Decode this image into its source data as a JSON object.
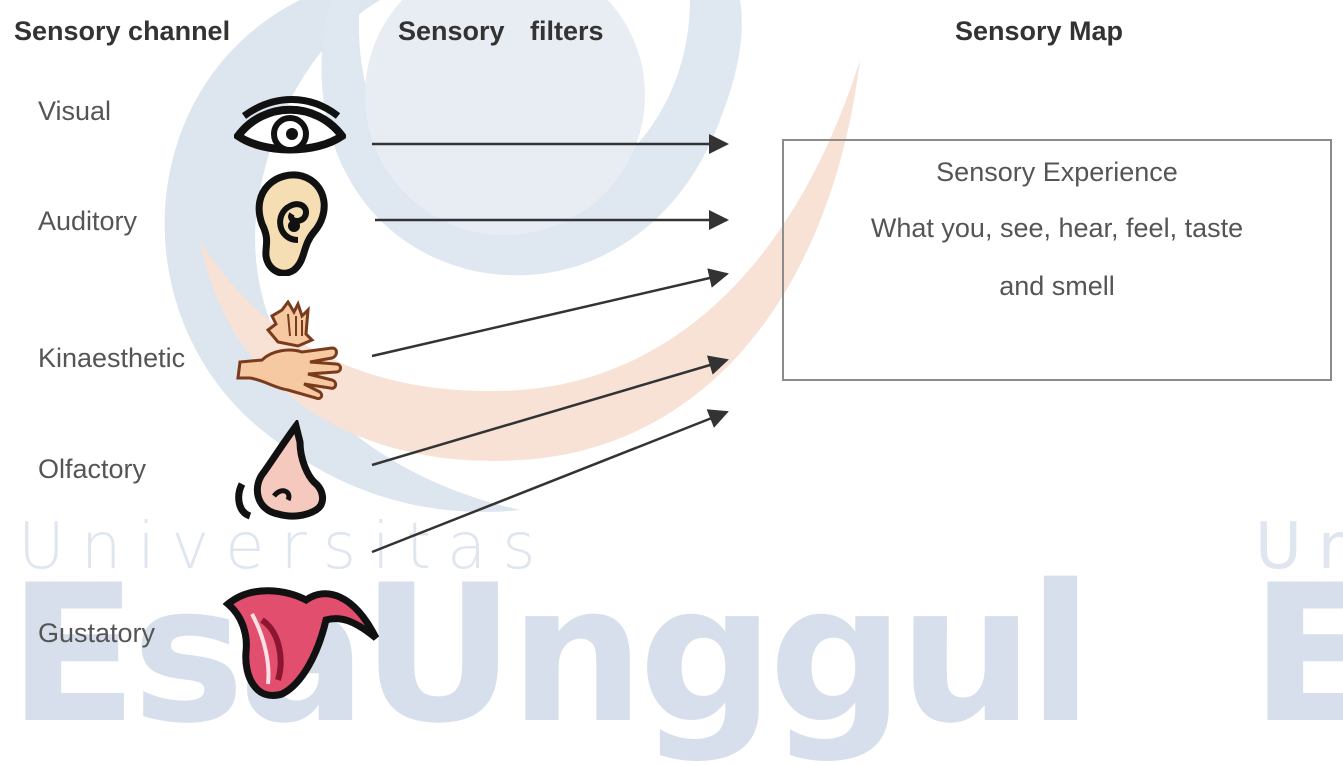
{
  "headers": {
    "channel": "Sensory channel",
    "filters": "Sensory filters",
    "map": "Sensory Map"
  },
  "channels": [
    {
      "label": "Visual",
      "icon": "eye-icon"
    },
    {
      "label": "Auditory",
      "icon": "ear-icon"
    },
    {
      "label": "Kinaesthetic",
      "icon": "hands-icon"
    },
    {
      "label": "Olfactory",
      "icon": "nose-icon"
    },
    {
      "label": "Gustatory",
      "icon": "tongue-icon"
    }
  ],
  "experience_box": {
    "title": "Sensory Experience",
    "line2": "What you, see, hear, feel, taste",
    "line3": "and smell"
  },
  "watermark": {
    "line1": "Universitas",
    "line2": "EsaUnggul",
    "right1": "Un",
    "right2": "E"
  },
  "colors": {
    "arrow": "#333333",
    "watermark_blue": "#d6dfeb",
    "watermark_orange": "#f6d9c8"
  }
}
